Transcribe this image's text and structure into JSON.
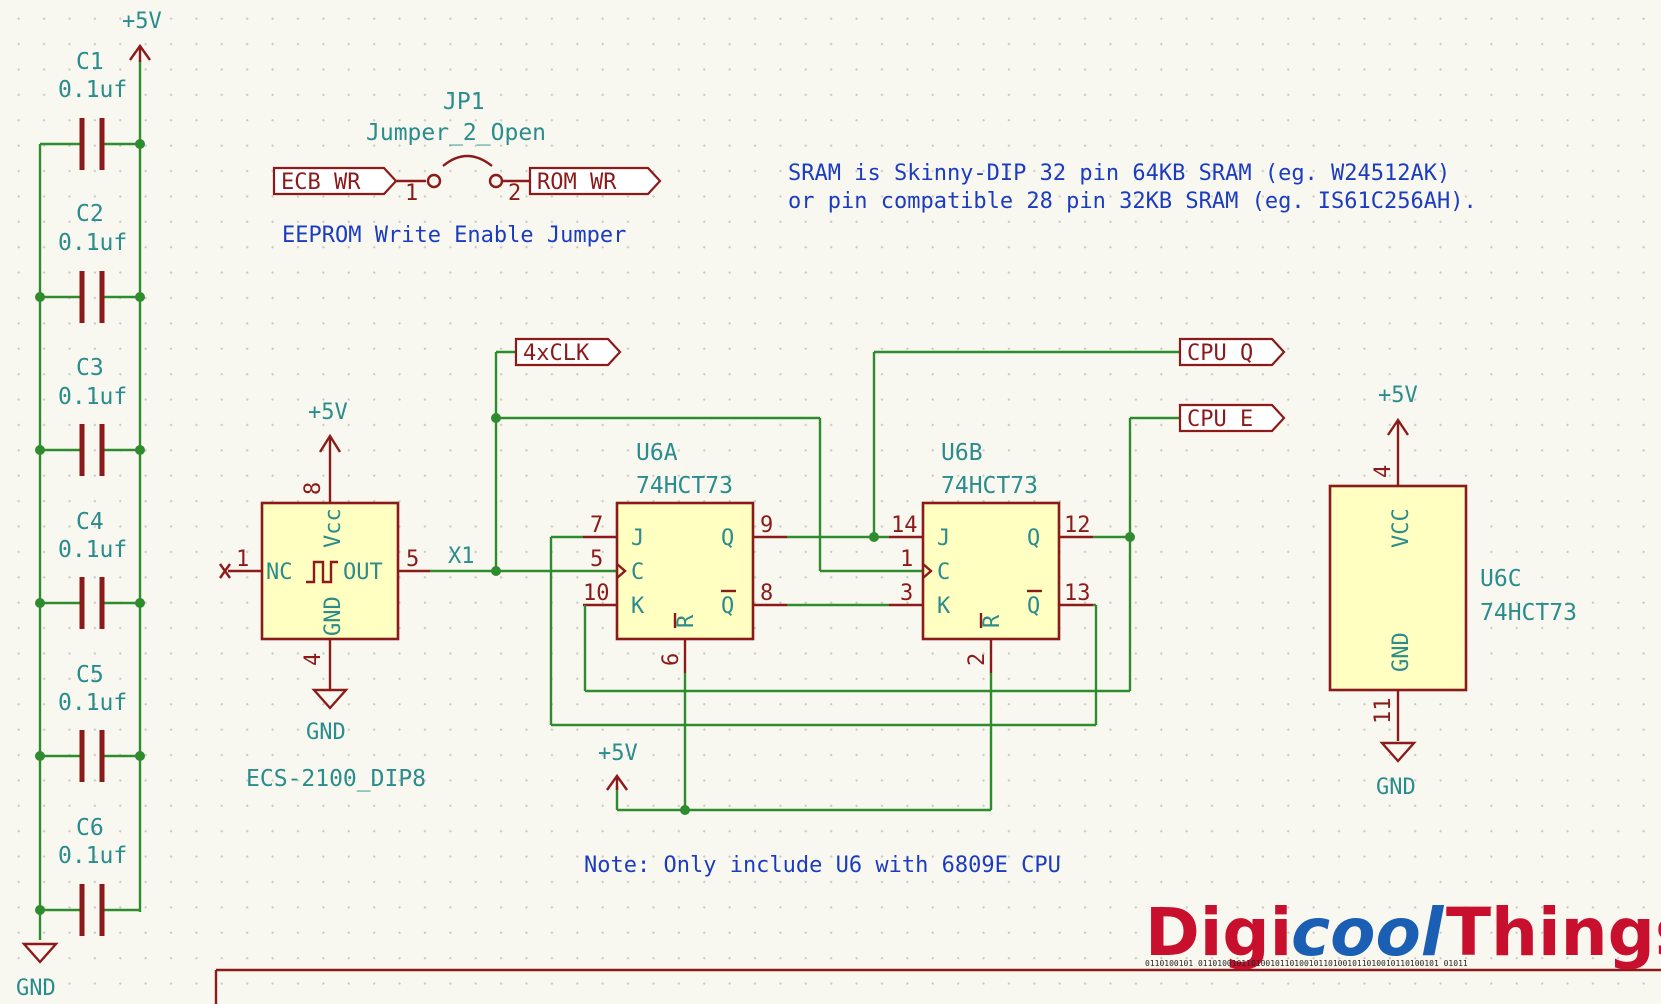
{
  "power": {
    "vcc": "+5V",
    "gnd": "GND"
  },
  "capacitors": [
    {
      "ref": "C1",
      "value": "0.1uf"
    },
    {
      "ref": "C2",
      "value": "0.1uf"
    },
    {
      "ref": "C3",
      "value": "0.1uf"
    },
    {
      "ref": "C4",
      "value": "0.1uf"
    },
    {
      "ref": "C5",
      "value": "0.1uf"
    },
    {
      "ref": "C6",
      "value": "0.1uf"
    }
  ],
  "jumper": {
    "ref": "JP1",
    "value": "Jumper_2_Open",
    "pin1": "1",
    "pin2": "2",
    "label_left": "ECB_WR",
    "label_right": "ROM_WR",
    "caption": "EEPROM Write Enable Jumper"
  },
  "note_sram_line1": "SRAM is Skinny-DIP 32 pin 64KB SRAM (eg. W24512AK)",
  "note_sram_line2": "or pin compatible 28 pin 32KB SRAM (eg. IS61C256AH).",
  "note_u6": "Note: Only include U6 with 6809E CPU",
  "oscillator": {
    "part": "ECS-2100_DIP8",
    "pin_nc_num": "1",
    "pin_nc_name": "NC",
    "pin_out_num": "5",
    "pin_out_name": "OUT",
    "pin_vcc_num": "8",
    "pin_vcc_name": "Vcc",
    "pin_gnd_num": "4",
    "pin_gnd_name": "GND",
    "net": "X1"
  },
  "labels": {
    "clk4x": "4xCLK",
    "cpu_q": "CPU_Q",
    "cpu_e": "CPU_E"
  },
  "u6a": {
    "ref": "U6A",
    "part": "74HCT73",
    "pin_j": "7",
    "pin_c": "5",
    "pin_k": "10",
    "pin_r": "6",
    "pin_q": "9",
    "pin_qb": "8",
    "name_j": "J",
    "name_c": "C",
    "name_k": "K",
    "name_r": "R",
    "name_q": "Q",
    "name_qb": "Q"
  },
  "u6b": {
    "ref": "U6B",
    "part": "74HCT73",
    "pin_j": "14",
    "pin_c": "1",
    "pin_k": "3",
    "pin_r": "2",
    "pin_q": "12",
    "pin_qb": "13",
    "name_j": "J",
    "name_c": "C",
    "name_k": "K",
    "name_r": "R",
    "name_q": "Q",
    "name_qb": "Q"
  },
  "u6c": {
    "ref": "U6C",
    "part": "74HCT73",
    "pin_vcc": "4",
    "name_vcc": "VCC",
    "pin_gnd": "11",
    "name_gnd": "GND"
  },
  "logo": {
    "word1": "Digi",
    "word2": "cool",
    "word3": "Things",
    "bits": "0110100101  01101001011010010110100101101001011010010110100101  01011"
  }
}
